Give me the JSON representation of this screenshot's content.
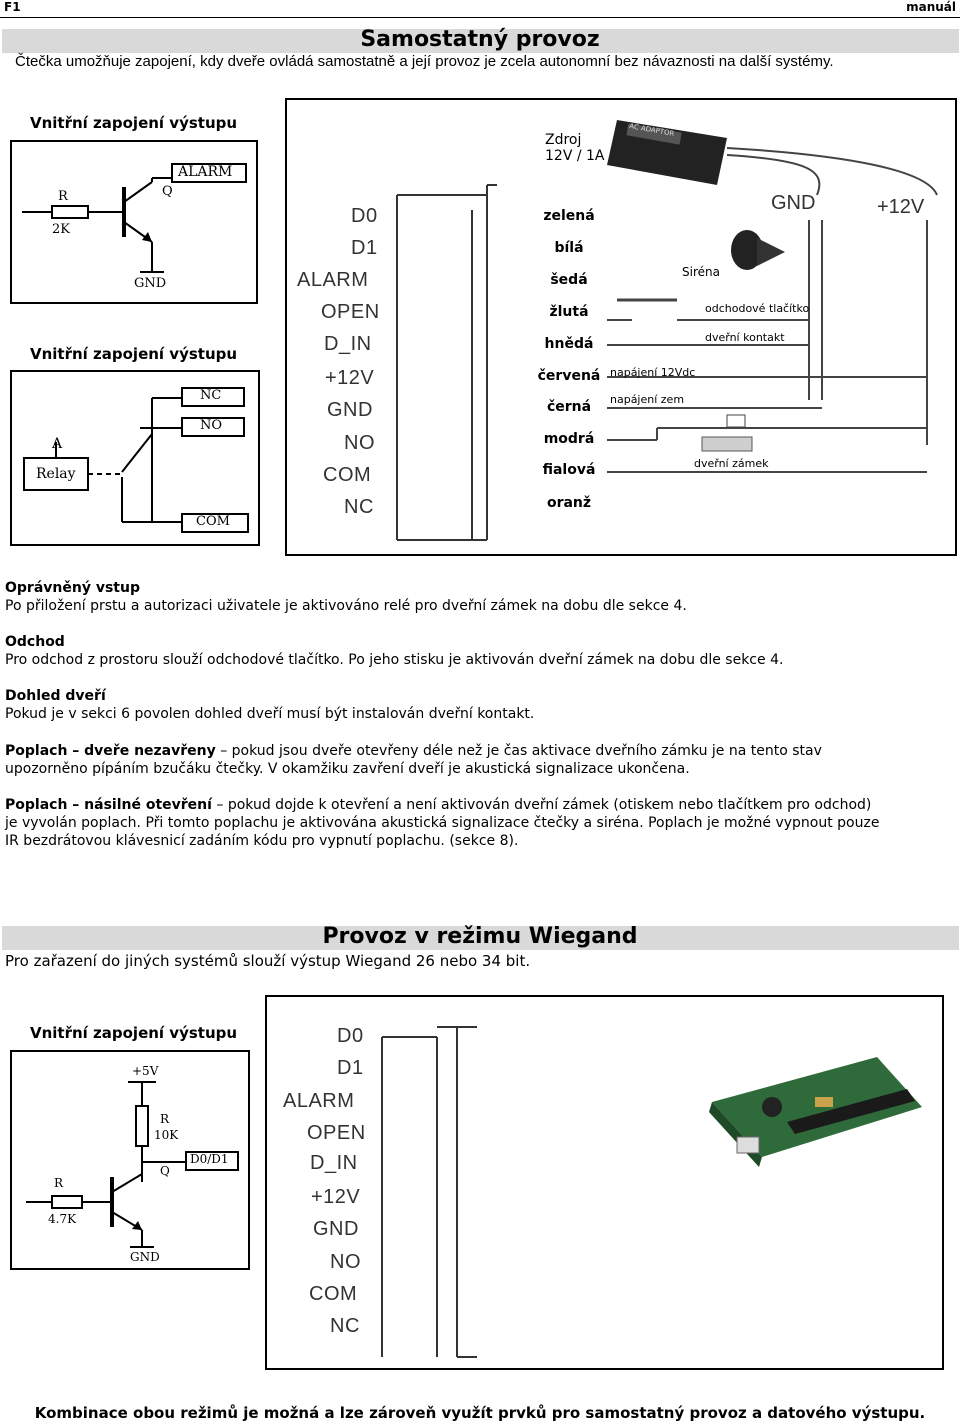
{
  "header": {
    "left": "F1",
    "right": "manuál"
  },
  "section1": {
    "title": "Samostatný provoz",
    "intro": "Čtečka umožňuje zapojení, kdy dveře ovládá samostatně a její provoz je zcela autonomní bez návaznosti na další systémy."
  },
  "diagram1": {
    "left_title_top": "Vnitřní zapojení výstupu",
    "left_title_mid": "Vnitřní zapojení výstupu",
    "circuit1": {
      "alarm": "ALARM",
      "r": "R",
      "r_value": "2K",
      "q": "Q",
      "gnd": "GND"
    },
    "circuit2": {
      "a": "A",
      "relay": "Relay",
      "nc": "NC",
      "no": "NO",
      "com": "COM"
    },
    "supply": "Zdroj",
    "supply_value": "12V / 1A",
    "adapter_text": "AC ADAPTOR",
    "terminals": [
      "D0",
      "D1",
      "ALARM",
      "OPEN",
      "D_IN",
      "+12V",
      "GND",
      "NO",
      "COM",
      "NC"
    ],
    "wires": [
      "zelená",
      "bílá",
      "šedá",
      "žlutá",
      "hnědá",
      "červená",
      "černá",
      "modrá",
      "fialová",
      "oranž"
    ],
    "gnd": "GND",
    "plus12": "+12V",
    "sirena": "Siréna",
    "exit_button": "odchodové tlačítko",
    "door_contact": "dveřní kontakt",
    "power_12": "napájení 12Vdc",
    "power_gnd": "napájení zem",
    "door_lock": "dveřní zámek"
  },
  "texts": {
    "p1_title": "Oprávněný vstup",
    "p1_body": "Po přiložení prstu a autorizaci uživatele je aktivováno relé pro dveřní zámek na dobu dle sekce 4.",
    "p2_title": "Odchod",
    "p2_body": "Pro odchod z prostoru slouží odchodové tlačítko. Po jeho stisku je aktivován dveřní zámek na dobu dle sekce 4.",
    "p3_title": "Dohled dveří",
    "p3_body": "Pokud je v sekci 6 povolen dohled dveří musí být instalován dveřní kontakt.",
    "p4_bold": "Poplach – dveře nezavřeny",
    "p4_rest": " – pokud jsou dveře otevřeny déle než je čas aktivace dveřního zámku je na tento stav",
    "p4_line2": "upozorněno pípáním bzučáku čtečky. V okamžiku zavření dveří je akustická signalizace ukončena.",
    "p5_bold": "Poplach – násilné otevření",
    "p5_rest": " – pokud dojde k otevření a není aktivován dveřní zámek (otiskem nebo tlačítkem pro odchod)",
    "p5_line2": "je vyvolán poplach. Při tomto poplachu je aktivována akustická signalizace čtečky a siréna. Poplach je možné vypnout pouze",
    "p5_line3": "IR bezdrátovou klávesnicí zadáním kódu pro vypnutí poplachu. (sekce 8)."
  },
  "section2": {
    "title": "Provoz v režimu Wiegand",
    "intro": "Pro zařazení do jiných systémů slouží výstup Wiegand 26 nebo 34 bit."
  },
  "diagram2": {
    "left_title": "Vnitřní zapojení výstupu",
    "circuit": {
      "plus5": "+5V",
      "r1": "R",
      "r1_value": "10K",
      "q": "Q",
      "d0d1": "D0/D1",
      "r2": "R",
      "r2_value": "4.7K",
      "gnd": "GND"
    },
    "terminals": [
      "D0",
      "D1",
      "ALARM",
      "OPEN",
      "D_IN",
      "+12V",
      "GND",
      "NO",
      "COM",
      "NC"
    ]
  },
  "footer": "Kombinace obou režimů je možná a lze zároveň využít prvků pro samostatný provoz a datového výstupu."
}
